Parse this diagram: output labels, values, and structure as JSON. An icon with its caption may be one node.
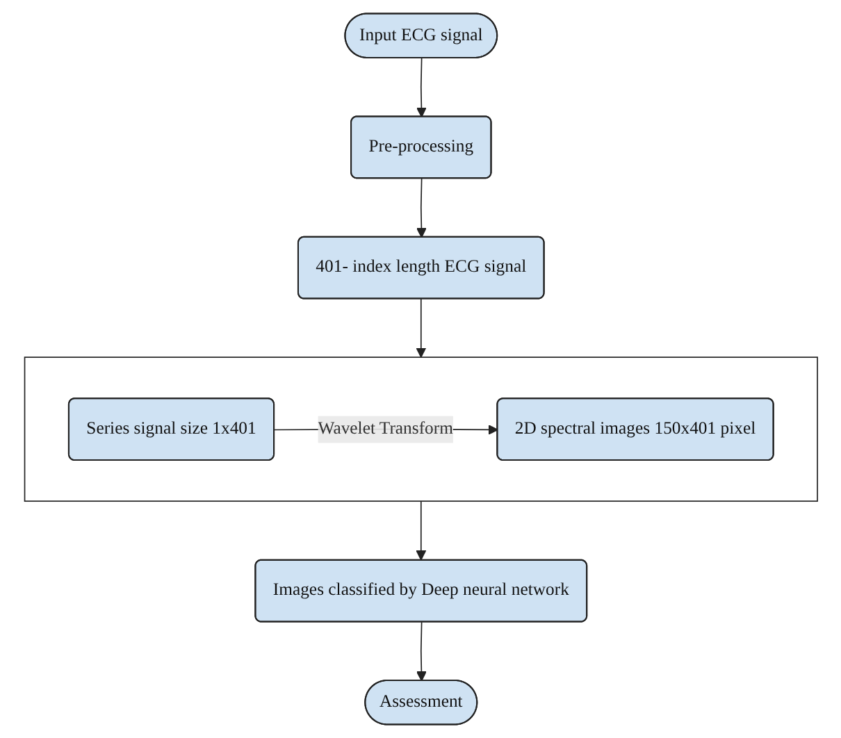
{
  "diagram": {
    "nodes": [
      {
        "text": [
          "Input ECG signal"
        ]
      },
      {
        "text": [
          "Pre-processing"
        ]
      },
      {
        "text": [
          "401- index length ECG signal"
        ]
      },
      {
        "text": [],
        "shape": "box"
      },
      {
        "text": [
          "Series signal size 1x401"
        ],
        "in": 3
      },
      {
        "text": [
          "2D spectral images 150x401 pixel"
        ],
        "in": 3
      },
      {
        "text": [
          "Images classified by Deep neural network"
        ]
      },
      {
        "text": [
          "Assessment"
        ]
      }
    ],
    "edges": [
      {
        "from": 0,
        "to": 1,
        "arrow": "to"
      },
      {
        "from": 1,
        "to": 2,
        "arrow": "to"
      },
      {
        "from": 2,
        "to": 3,
        "arrow": "to"
      },
      {
        "from": 4,
        "to": 5,
        "arrow": "to",
        "label": "Wavelet Transform"
      },
      {
        "from": 3,
        "to": 6,
        "arrow": "to"
      },
      {
        "from": 6,
        "to": 7,
        "arrow": "to"
      }
    ]
  }
}
